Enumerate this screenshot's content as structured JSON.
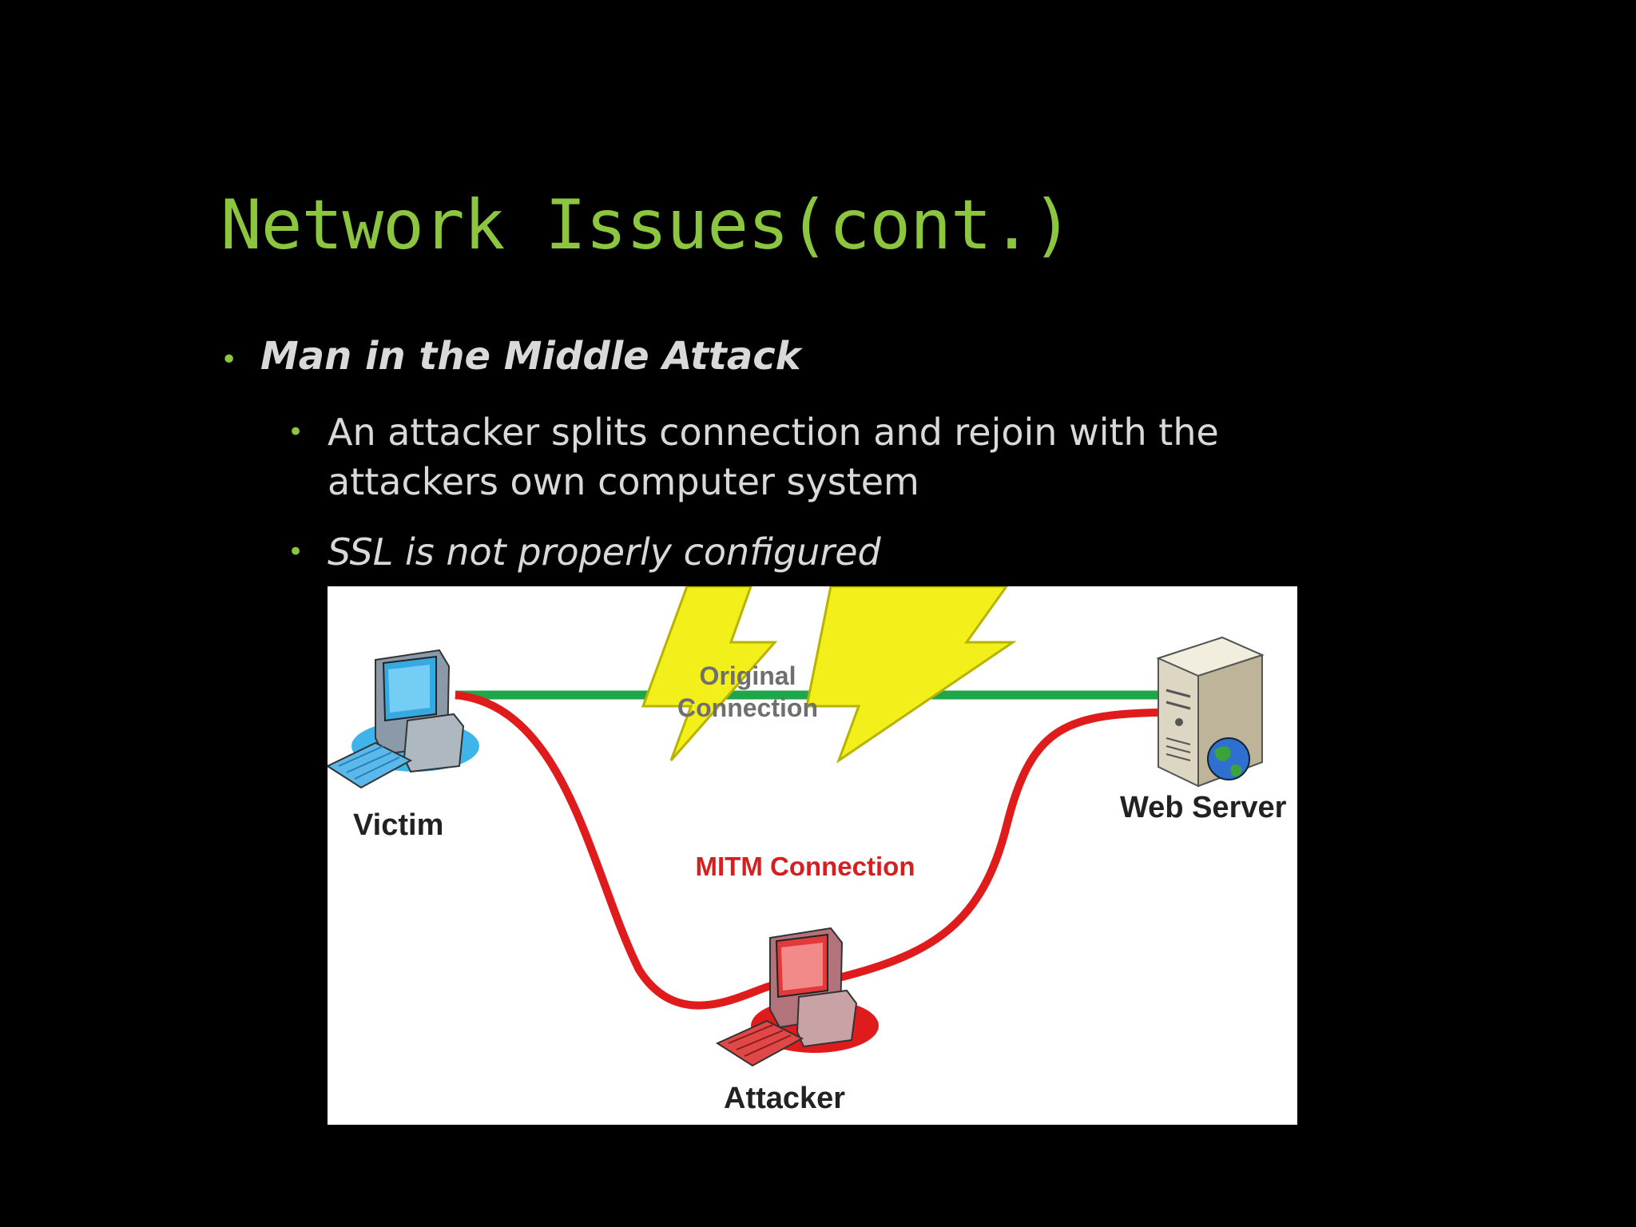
{
  "slide": {
    "title": "Network Issues(cont.)",
    "bullet_1": "Man in the Middle Attack",
    "bullet_2": "An attacker splits connection and rejoin with the attackers own computer system",
    "bullet_3": "SSL is not properly configured",
    "bullet_symbol": "•"
  },
  "diagram": {
    "victim_label": "Victim",
    "server_label": "Web Server",
    "attacker_label": "Attacker",
    "mitm_label": "MITM Connection",
    "original_label": "Original Connection"
  },
  "colors": {
    "title": "#8cc63f",
    "text": "#d9d9d9",
    "original_line": "#1fa64a",
    "mitm_line": "#e01b1b",
    "lightning": "#f2ef1b"
  },
  "icons": [
    "victim-computer-icon",
    "web-server-icon",
    "attacker-computer-icon",
    "lightning-bolt-icon",
    "globe-icon"
  ]
}
